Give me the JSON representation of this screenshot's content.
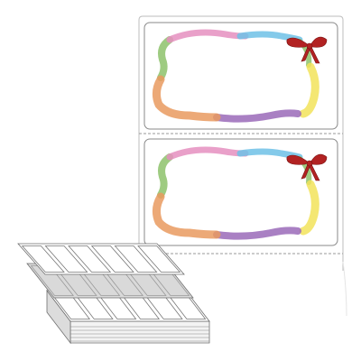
{
  "product_image": {
    "labels": [
      {
        "frame": "ribbon-frame",
        "decoration": "red-bow"
      },
      {
        "frame": "ribbon-frame",
        "decoration": "red-bow"
      }
    ],
    "ribbon_colors": {
      "green": "#8dc26b",
      "pink": "#e58fbf",
      "blue": "#6ec1e6",
      "yellow": "#f2e35a",
      "purple": "#9a6ab8",
      "orange": "#e99a5f",
      "bow": "#b22222"
    },
    "fanfold_stack": {
      "columns": 6
    }
  }
}
